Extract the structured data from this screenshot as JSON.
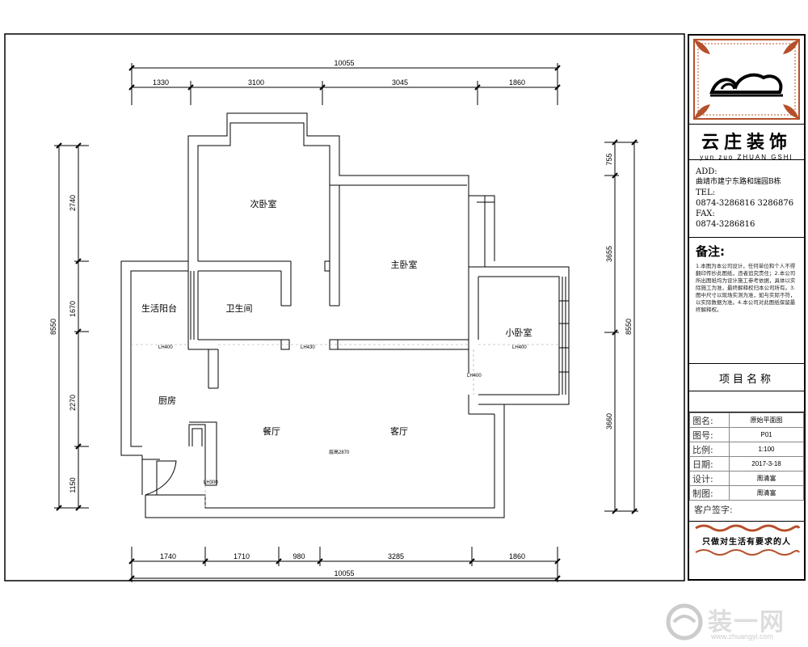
{
  "plan": {
    "top_dims": {
      "total": "10055",
      "segments": [
        "1330",
        "3100",
        "3045",
        "1860"
      ]
    },
    "bottom_dims": {
      "total": "10055",
      "segments": [
        "1740",
        "1710",
        "980",
        "3285",
        "1860"
      ]
    },
    "left_dims": {
      "total": "8550",
      "segments": [
        "2740",
        "1670",
        "2270",
        "1150"
      ]
    },
    "right_dims": {
      "total": "8550",
      "segments": [
        "755",
        "3655",
        "3660"
      ]
    },
    "rooms": {
      "second_bedroom": "次卧室",
      "master_bedroom": "主卧室",
      "utility_balcony": "生活阳台",
      "bathroom": "卫生间",
      "small_bedroom": "小卧室",
      "kitchen": "厨房",
      "dining": "餐厅",
      "living": "客厅"
    },
    "beam_labels": {
      "lh400_left": "LH400",
      "lh430": "LH430",
      "lh400_right": "LH400",
      "lh400_small": "LH400",
      "lh300": "LH300"
    },
    "ceiling_height": "层高2870"
  },
  "title_block": {
    "brand": "云庄装饰",
    "brand_pinyin": "yun  zuo  ZHUAN  GSHI",
    "contact": [
      "ADD:",
      "曲靖市建宁东路和瑞园B栋",
      "TEL:",
      "0874-3286816  3286876",
      "FAX:",
      "0874-3286816"
    ],
    "notes_title": "备注:",
    "notes_text": "1.本图为本公司设计，任何单位和个人不得翻印传抄此图纸，违者追究责任；2.本公司所出图纸均为设计施工参考依据，具体以实际施工为准，最终解释权归本公司所有。3.图中尺寸以现场实测为准，如与实际不符，以实际数据为准。4.本公司对此图纸保留最终解释权。",
    "project_name": "项目名称",
    "info": [
      {
        "key": "图名:",
        "value": "原始平面图"
      },
      {
        "key": "图号:",
        "value": "P01"
      },
      {
        "key": "比例:",
        "value": "1:100"
      },
      {
        "key": "日期:",
        "value": "2017-3-18"
      },
      {
        "key": "设计:",
        "value": "周清富"
      },
      {
        "key": "制图:",
        "value": "周清富"
      }
    ],
    "client_sign": "客户签字:",
    "slogan": "只做对生活有要求的人"
  },
  "watermark": {
    "brand": "装一网",
    "url": "www.zhuangyi.com"
  },
  "colors": {
    "line": "#000000",
    "ornament": "#b5502a",
    "watermark": "#cccccc"
  }
}
